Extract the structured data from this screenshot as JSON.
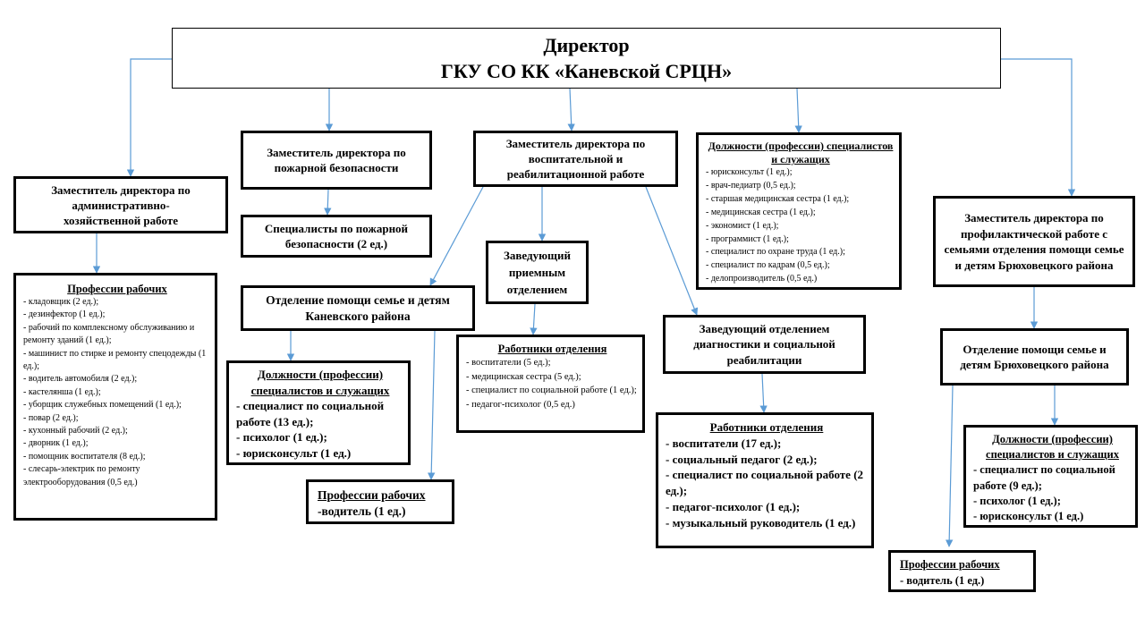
{
  "director": {
    "line1": "Директор",
    "line2": "ГКУ СО КК «Каневской СРЦН»"
  },
  "admin_deputy": {
    "title": "Заместитель директора по административно-хозяйственной работе"
  },
  "admin_workers": {
    "header": "Профессии рабочих",
    "items": [
      "- кладовщик (2 ед.);",
      "- дезинфектор (1 ед.);",
      "- рабочий по комплексному обслуживанию и ремонту зданий (1 ед.);",
      "- машинист по стирке и ремонту спецодежды (1 ед.);",
      "- водитель автомобиля (2 ед.);",
      "- кастелянша (1 ед.);",
      "- уборщик служебных помещений (1 ед.);",
      "- повар (2 ед.);",
      "- кухонный рабочий (2 ед.);",
      "- дворник (1 ед.);",
      "- помощник воспитателя (8 ед.);",
      "- слесарь-электрик по ремонту электрооборудования (0,5 ед.)"
    ]
  },
  "fire_deputy": {
    "title": "Заместитель директора по пожарной безопасности"
  },
  "fire_specialists": {
    "title": "Специалисты по пожарной безопасности (2 ед.)"
  },
  "edu_deputy": {
    "title": "Заместитель директора по воспитательной и реабилитационной работе"
  },
  "kanev_department": {
    "title": "Отделение помощи семье и детям Каневского района"
  },
  "kanev_staff": {
    "header": "Должности (профессии) специалистов и служащих",
    "items": [
      "- специалист по социальной работе (13 ед.);",
      "- психолог (1 ед.);",
      "- юрисконсульт (1 ед.)"
    ]
  },
  "kanev_workers": {
    "header": "Профессии рабочих",
    "items": [
      "-водитель (1 ед.)"
    ]
  },
  "reception_head": {
    "title": "Заведующий приемным отделением"
  },
  "reception_workers": {
    "header": "Работники отделения",
    "items": [
      "- воспитатели (5 ед.);",
      "- медицинская сестра (5 ед.);",
      "- специалист по социальной работе (1 ед.);",
      "- педагог-психолог (0,5 ед.)"
    ]
  },
  "specialists": {
    "header": "Должности (профессии) специалистов и служащих",
    "items": [
      "- юрисконсульт (1 ед.);",
      "- врач-педиатр (0,5 ед.);",
      "- старшая медицинская сестра (1 ед.);",
      "- медицинская сестра (1 ед.);",
      "- экономист (1 ед.);",
      "- программист (1 ед.);",
      "- специалист по охране труда (1 ед.);",
      "- специалист по кадрам (0,5 ед.);",
      "- делопроизводитель (0,5 ед.)"
    ]
  },
  "diag_head": {
    "title": "Заведующий отделением диагностики и социальной реабилитации"
  },
  "diag_workers": {
    "header": "Работники отделения",
    "items": [
      "- воспитатели (17 ед.);",
      "- социальный педагог (2 ед.);",
      "- специалист по социальной работе (2 ед.);",
      "- педагог-психолог (1 ед.);",
      "- музыкальный руководитель (1 ед.)"
    ]
  },
  "prev_deputy": {
    "title": "Заместитель директора по профилактической работе с семьями отделения помощи семье и детям Брюховецкого района"
  },
  "bryukh_department": {
    "title": "Отделение помощи семье и детям Брюховецкого района"
  },
  "bryukh_staff": {
    "header": "Должности (профессии) специалистов и служащих",
    "items": [
      "- специалист по социальной работе (9 ед.);",
      "- психолог (1 ед.);",
      "- юрисконсульт (1 ед.)"
    ]
  },
  "bryukh_workers": {
    "header": "Профессии рабочих",
    "items": [
      "- водитель (1 ед.)"
    ]
  },
  "colors": {
    "connector": "#5b9bd5",
    "border": "#000000"
  }
}
